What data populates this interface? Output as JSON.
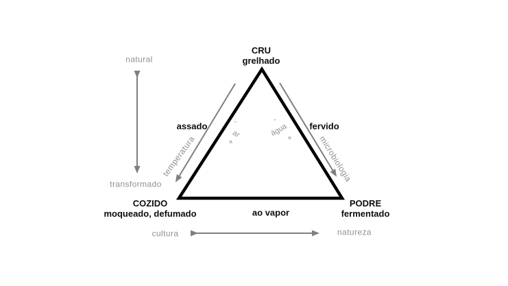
{
  "colors": {
    "background": "#ffffff",
    "triangle": "#000000",
    "text_primary": "#0d0d0d",
    "text_muted": "#8f8f8f",
    "arrow": "#7f7f7f"
  },
  "vertices": {
    "top": {
      "label": "CRU",
      "sublabel": "grelhado"
    },
    "bottom_left": {
      "label": "COZIDO",
      "sublabel": "moqueado, defumado"
    },
    "bottom_right": {
      "label": "PODRE",
      "sublabel": "fermentado"
    }
  },
  "edges": {
    "left": "assado",
    "right": "fervido",
    "bottom": "ao vapor"
  },
  "axes": {
    "vertical": {
      "top": "natural",
      "bottom": "transformado"
    },
    "horizontal": {
      "left": "cultura",
      "right": "natureza"
    },
    "left_diagonal": "temperatura",
    "right_diagonal": "microbiologia"
  },
  "gradients": {
    "air": {
      "label": "ar",
      "minus": "-",
      "plus": "+"
    },
    "water": {
      "label": "água",
      "minus": "-",
      "plus": "+"
    }
  }
}
